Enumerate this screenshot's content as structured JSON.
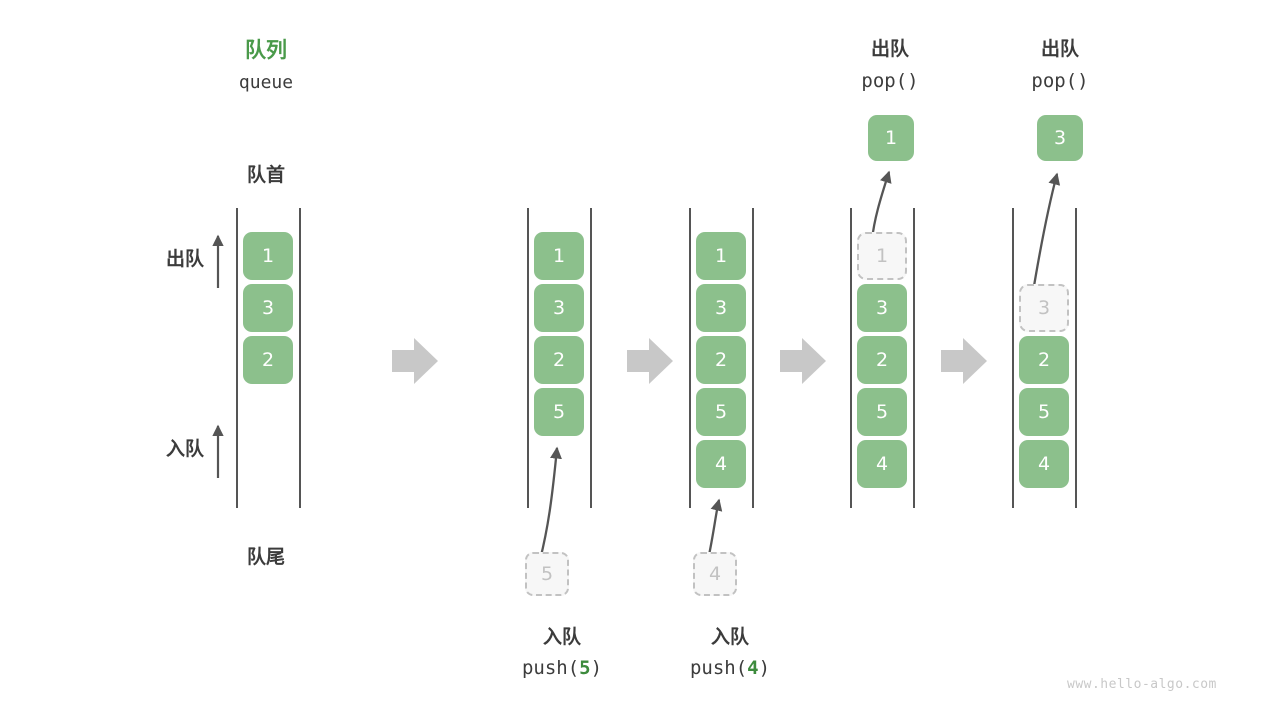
{
  "meta": {
    "watermark": "www.hello-algo.com",
    "accent_green": "#4a9a4a",
    "cell_green": "#8cc08c",
    "ghost_gray": "#c2c2c2",
    "arrow_gray": "#c8c8c8",
    "text_dark": "#3c3c3c"
  },
  "header": {
    "title_cn": "队列",
    "title_en": "queue"
  },
  "labels": {
    "front": "队首",
    "rear": "队尾",
    "dequeue_dir": "出队",
    "enqueue_dir": "入队"
  },
  "steps": [
    {
      "id": "initial",
      "kind": "initial",
      "cells": [
        "1",
        "3",
        "2"
      ],
      "caption_cn": "",
      "caption_code": ""
    },
    {
      "id": "push-5",
      "kind": "push",
      "cells": [
        "1",
        "3",
        "2",
        "5"
      ],
      "incoming": "5",
      "caption_cn": "入队",
      "caption_code_prefix": "push(",
      "caption_code_value": "5",
      "caption_code_suffix": ")"
    },
    {
      "id": "push-4",
      "kind": "push",
      "cells": [
        "1",
        "3",
        "2",
        "5",
        "4"
      ],
      "incoming": "4",
      "caption_cn": "入队",
      "caption_code_prefix": "push(",
      "caption_code_value": "4",
      "caption_code_suffix": ")"
    },
    {
      "id": "pop-1",
      "kind": "pop",
      "cells": [
        "1",
        "3",
        "2",
        "5",
        "4"
      ],
      "ghost_index": 0,
      "popped": "1",
      "caption_cn": "出队",
      "caption_code": "pop()"
    },
    {
      "id": "pop-3",
      "kind": "pop",
      "cells": [
        "3",
        "2",
        "5",
        "4"
      ],
      "ghost_index": 0,
      "popped": "3",
      "caption_cn": "出队",
      "caption_code": "pop()"
    }
  ],
  "flow_arrows": [
    "arrow-right-icon",
    "arrow-right-icon",
    "arrow-right-icon",
    "arrow-right-icon"
  ]
}
